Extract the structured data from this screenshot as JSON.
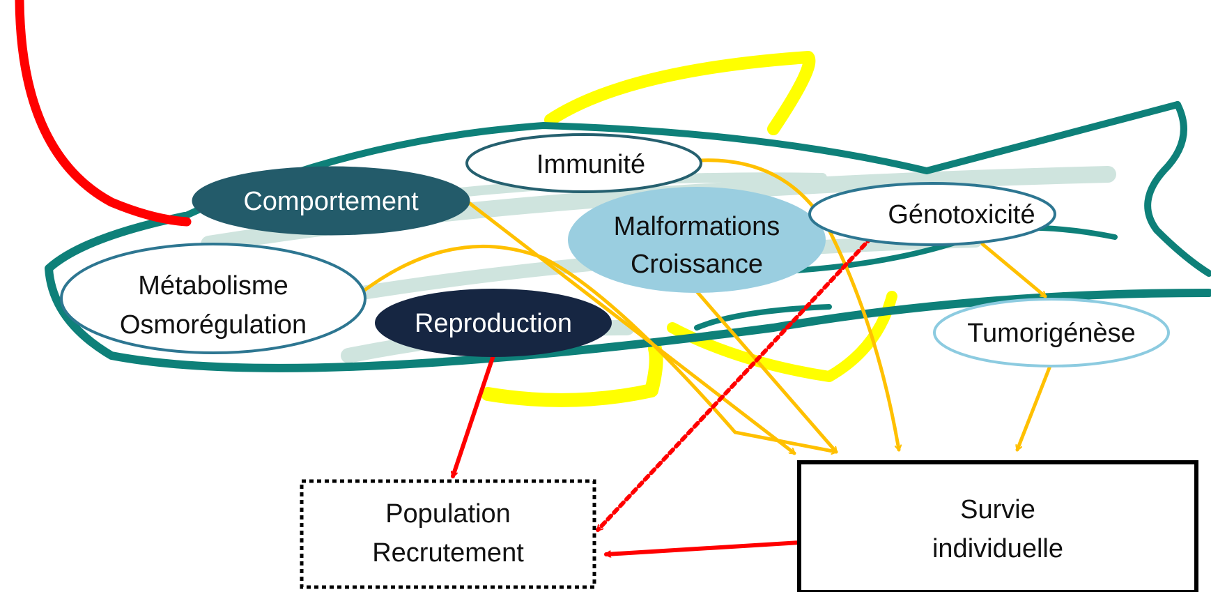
{
  "colors": {
    "fish_outline": "#0e8079",
    "fish_fill_lines": "#cfe4de",
    "yellow_fin": "#ffff00",
    "orange_arrow": "#ffc000",
    "red_arrow": "#ff0000",
    "dark_teal": "#235b6a",
    "navy": "#162642",
    "light_blue": "#9acee0",
    "pale_blue_border": "#8ccbe0",
    "mid_blue_border": "#2d7691",
    "teal_border": "#25606f"
  },
  "nodes": {
    "comportement": {
      "label": "Comportement"
    },
    "immunite": {
      "label": "Immunité"
    },
    "malformations": {
      "line1": "Malformations",
      "line2": "Croissance"
    },
    "genotoxicite": {
      "label": "Génotoxicité"
    },
    "metabolisme": {
      "line1": "Métabolisme",
      "line2": "Osmorégulation"
    },
    "reproduction": {
      "label": "Reproduction"
    },
    "tumorigenese": {
      "label": "Tumorigénèse"
    },
    "population": {
      "line1": "Population",
      "line2": "Recrutement"
    },
    "survie": {
      "line1": "Survie",
      "line2": "individuelle"
    }
  }
}
